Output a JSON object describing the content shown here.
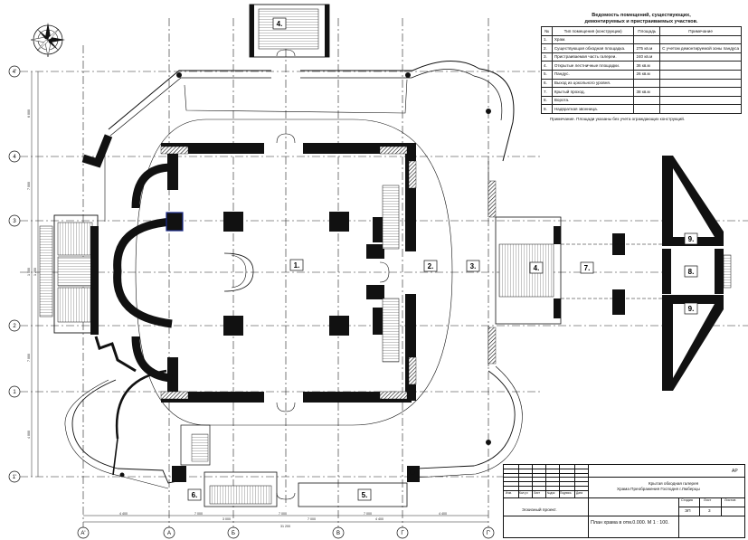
{
  "rooms": [
    "1.",
    "2.",
    "3.",
    "4.",
    "4.",
    "5.",
    "6.",
    "7.",
    "8.",
    "9.",
    "9."
  ],
  "axes_h": [
    "4'",
    "4",
    "3",
    "2",
    "1",
    "1'"
  ],
  "axes_v": [
    "А'",
    "А",
    "Б",
    "В",
    "Г",
    "Г'"
  ],
  "dims": {
    "left": [
      "6 000",
      "7 000",
      "1 000",
      "7 000",
      "4 000"
    ],
    "bottom_parts": [
      "4 400",
      "7 000",
      "7 000",
      "7 000",
      "4 400"
    ],
    "bottom_inner": [
      "3 000",
      "7 000",
      "4 400"
    ],
    "bottom_total": "31 200",
    "gap": "1 200"
  },
  "schedule": {
    "title_line1": "Ведомость помещений, существующих,",
    "title_line2": "демонтируемых и пристраиваемых участков.",
    "headers": [
      "№",
      "Тип помещения (конструкции)",
      "Площадь",
      "Примечание"
    ],
    "rows": [
      {
        "n": "1.",
        "name": "Храм.",
        "area": "",
        "note": ""
      },
      {
        "n": "2.",
        "name": "Существующая обходная площадка.",
        "area": "275 кв.м",
        "note": "С учетом демонтируемой зоны пандуса"
      },
      {
        "n": "3.",
        "name": "Пристраиваемая часть галереи.",
        "area": "240 кв.м",
        "note": ""
      },
      {
        "n": "4.",
        "name": "Открытые лестничные площадки.",
        "area": "36 кв.м",
        "note": ""
      },
      {
        "n": "5.",
        "name": "Пандус.",
        "area": "26 кв.м",
        "note": ""
      },
      {
        "n": "6.",
        "name": "Выход из цокольного уровня.",
        "area": "",
        "note": ""
      },
      {
        "n": "7.",
        "name": "Крытый проход.",
        "area": "38 кв.м",
        "note": ""
      },
      {
        "n": "8.",
        "name": "Ворота.",
        "area": "",
        "note": ""
      },
      {
        "n": "9.",
        "name": "Надвратная звонница.",
        "area": "",
        "note": ""
      }
    ],
    "note": "Примечание. Площади указаны без учета ограждающих конструкций."
  },
  "title_block": {
    "code": "АР",
    "project_line1": "Крытая обходная галерея",
    "project_line2": "Храма Преображения Господня г.Люберцы",
    "stage_label": "Стадия",
    "sheet_label": "Лист",
    "sheets_label": "Листов",
    "stage": "ЭП",
    "sheet": "3",
    "sheets": "",
    "phase": "Эскизный проект.",
    "sheet_title": "План храма в отм.0.000.  М 1 : 100.",
    "cols": [
      "Изм.",
      "Кол.уч",
      "Лист",
      "№док",
      "Подпись",
      "Дата"
    ]
  },
  "colors": {
    "wall": "#111111",
    "grid": "#222222",
    "highlight": "#1a2a8a"
  }
}
